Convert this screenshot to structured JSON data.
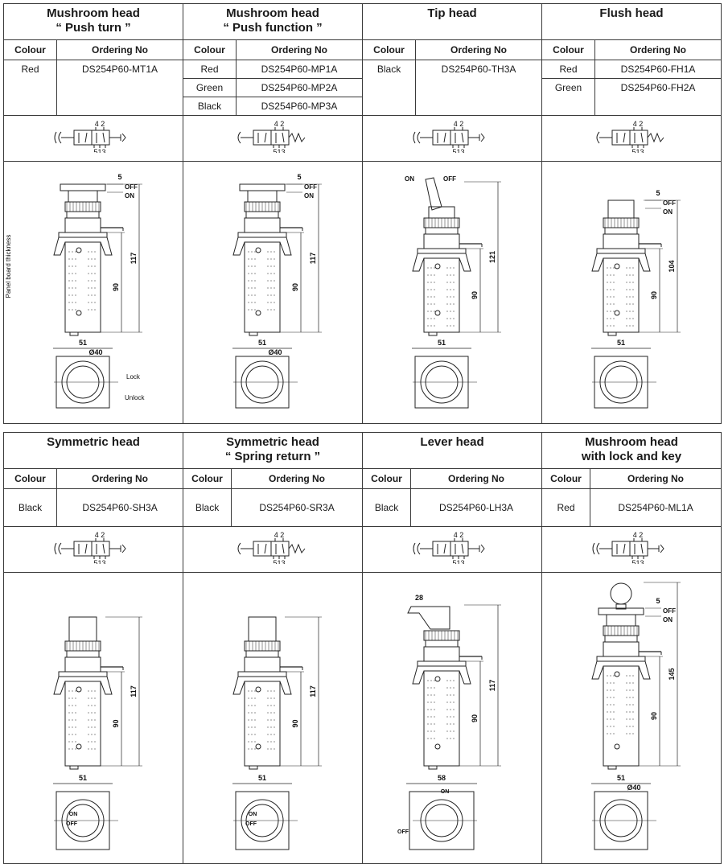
{
  "col_header": {
    "colour": "Colour",
    "ordering": "Ordering No"
  },
  "symbol": {
    "ports_top": "4 2",
    "ports_bottom": "513"
  },
  "dim": {
    "push": "5",
    "off": "OFF",
    "on": "ON",
    "panel": "Panel board thickness",
    "lock": "Lock",
    "unlock": "Unlock"
  },
  "table1": {
    "heads": [
      {
        "line1": "Mushroom head",
        "line2": "“ Push turn ”"
      },
      {
        "line1": "Mushroom head",
        "line2": "“ Push function ”"
      },
      {
        "line1": "Tip head",
        "line2": ""
      },
      {
        "line1": "Flush head",
        "line2": ""
      }
    ],
    "rows": [
      [
        {
          "colour": "Red",
          "no": "DS254P60-MT1A"
        }
      ],
      [
        {
          "colour": "Red",
          "no": "DS254P60-MP1A"
        },
        {
          "colour": "Green",
          "no": "DS254P60-MP2A"
        },
        {
          "colour": "Black",
          "no": "DS254P60-MP3A"
        }
      ],
      [
        {
          "colour": "Black",
          "no": "DS254P60-TH3A"
        }
      ],
      [
        {
          "colour": "Red",
          "no": "DS254P60-FH1A"
        },
        {
          "colour": "Green",
          "no": "DS254P60-FH2A"
        }
      ]
    ],
    "dims": [
      {
        "height": "117",
        "body": "90",
        "width": "51",
        "dia": "Ø40"
      },
      {
        "height": "117",
        "body": "90",
        "width": "51",
        "dia": "Ø40"
      },
      {
        "height": "121",
        "body": "90",
        "width": "51",
        "dia": ""
      },
      {
        "height": "104",
        "body": "90",
        "width": "51",
        "dia": ""
      }
    ]
  },
  "table2": {
    "heads": [
      {
        "line1": "Symmetric head",
        "line2": ""
      },
      {
        "line1": "Symmetric head",
        "line2": "“ Spring return ”"
      },
      {
        "line1": "Lever head",
        "line2": ""
      },
      {
        "line1": "Mushroom head",
        "line2": "with lock and key"
      }
    ],
    "rows": [
      [
        {
          "colour": "Black",
          "no": "DS254P60-SH3A"
        }
      ],
      [
        {
          "colour": "Black",
          "no": "DS254P60-SR3A"
        }
      ],
      [
        {
          "colour": "Black",
          "no": "DS254P60-LH3A"
        }
      ],
      [
        {
          "colour": "Red",
          "no": "DS254P60-ML1A"
        }
      ]
    ],
    "dims": [
      {
        "height": "117",
        "body": "90",
        "width": "51",
        "dia": ""
      },
      {
        "height": "117",
        "body": "90",
        "width": "51",
        "dia": ""
      },
      {
        "height": "117",
        "body": "90",
        "width": "58",
        "dia": "",
        "lever": "28"
      },
      {
        "height": "145",
        "body": "90",
        "width": "51",
        "dia": "Ø40"
      }
    ]
  }
}
